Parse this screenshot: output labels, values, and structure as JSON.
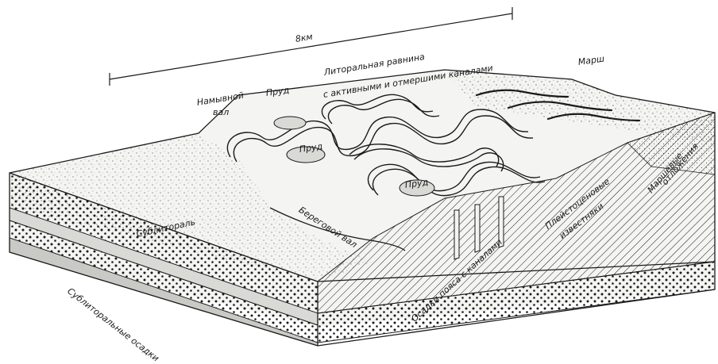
{
  "scale": {
    "label": "8км"
  },
  "labels": {
    "littoral_plain_line1": "Литоральная равнина",
    "littoral_plain_line2": "с активными и отмершими каналами",
    "marsh": "Марш",
    "levee_line1": "Намывной",
    "levee_line2": "вал",
    "pond_1": "Пруд",
    "pond_2": "Пруд",
    "pond_3": "Пруд",
    "beach_ridge": "Береговой вал",
    "sublittoral": "Сублитораль",
    "sublittoral_deposits": "Сублиторальные осадки",
    "channel_belt_deposits": "Осадки пояса с каналами",
    "pleistocene_limestones_line1": "Плейстоценовые",
    "pleistocene_limestones_line2": "известняки",
    "marsh_deposits_line1": "Маршевые",
    "marsh_deposits_line2": "отложения"
  },
  "colors": {
    "ink": "#1a1a1a",
    "surface": "#f4f4f2",
    "shade": "#d9d9d6",
    "limestone": "#c9c9c6",
    "paper": "#ffffff"
  }
}
